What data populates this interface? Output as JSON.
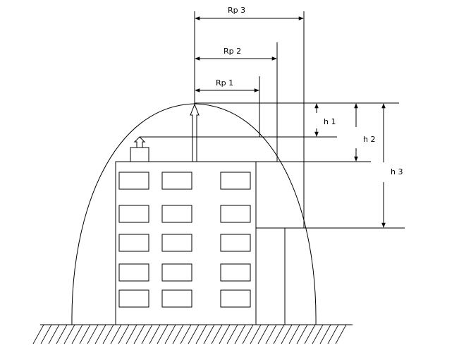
{
  "labels": {
    "rp1": "Rp 1",
    "rp2": "Rp 2",
    "rp3": "Rp 3",
    "h1": "h 1",
    "h2": "h 2",
    "h3": "h 3"
  },
  "colors": {
    "stroke": "#000000",
    "background": "#ffffff"
  }
}
